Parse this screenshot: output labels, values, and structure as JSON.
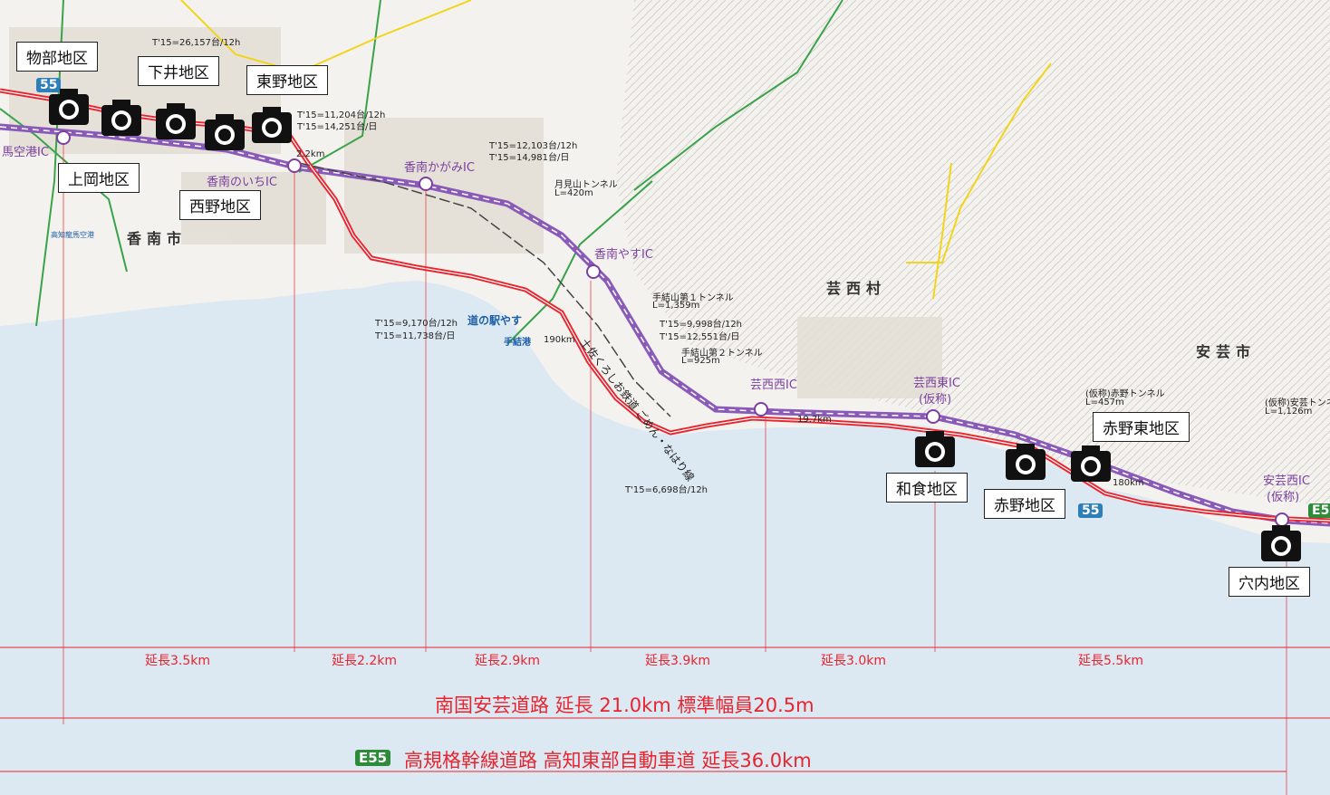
{
  "districts": [
    {
      "id": "mobe",
      "label": "物部地区"
    },
    {
      "id": "shimoi",
      "label": "下井地区"
    },
    {
      "id": "higashino",
      "label": "東野地区"
    },
    {
      "id": "kamioka",
      "label": "上岡地区"
    },
    {
      "id": "nishino",
      "label": "西野地区"
    },
    {
      "id": "wajiki",
      "label": "和食地区"
    },
    {
      "id": "akano",
      "label": "赤野地区"
    },
    {
      "id": "akanohigashi",
      "label": "赤野東地区"
    },
    {
      "id": "anani",
      "label": "穴内地区"
    }
  ],
  "places": {
    "konan_city": "香南市",
    "geisei_village": "芸西村",
    "aki_city": "安芸市",
    "michinoeki": "道の駅やす",
    "tesui_port": "手結港",
    "airport": "高知龍馬空港"
  },
  "interchanges": {
    "airport_ic": "馬空港IC",
    "noichi_ic": "香南のいちIC",
    "kagami_ic": "香南かがみIC",
    "yasu_ic": "香南やすIC",
    "geiseinishi_ic": "芸西西IC",
    "geiseihigashi_ic": "芸西東IC",
    "geiseihigashi_sub": "(仮称)",
    "akinishi_ic": "安芸西IC",
    "akinishi_sub": "(仮称)"
  },
  "traffic": [
    "T'15=26,157台/12h",
    "T'15=11,204台/12h",
    "T'15=14,251台/日",
    "T'15=12,103台/12h",
    "T'15=14,981台/日",
    "T'15=9,170台/12h",
    "T'15=11,738台/日",
    "T'15=9,998台/12h",
    "T'15=12,551台/日",
    "T'15=6,698台/12h"
  ],
  "tunnels": [
    {
      "name": "月見山トンネル",
      "length": "L=420m"
    },
    {
      "name": "手結山第１トンネル",
      "length": "L=1,359m"
    },
    {
      "name": "手結山第２トンネル",
      "length": "L=925m"
    },
    {
      "name": "(仮称)赤野トンネル",
      "length": "L=457m"
    },
    {
      "name": "(仮称)安芸トンネル",
      "length": "L=1,126m"
    }
  ],
  "misc": {
    "railway": "土佐くろしお鉄道 ごめん・なはり線",
    "dist_22": "2.2km",
    "dist_197": "19.7km",
    "dist_190": "190km",
    "dist_180": "180km"
  },
  "route_badge": "55",
  "e55_badge": "E55",
  "segments": [
    "延長3.5km",
    "延長2.2km",
    "延長2.9km",
    "延長3.9km",
    "延長3.0km",
    "延長5.5km"
  ],
  "summary": {
    "road": "南国安芸道路 延長 21.0km 標準幅員20.5m",
    "expressway": "高規格幹線道路 高知東部自動車道 延長36.0km"
  },
  "colors": {
    "road_red": "#e8242f",
    "route_purple": "#8a5ab8",
    "sea": "#dce8f2",
    "land": "#f4f2ee",
    "badge_green": "#2e8b3a"
  }
}
